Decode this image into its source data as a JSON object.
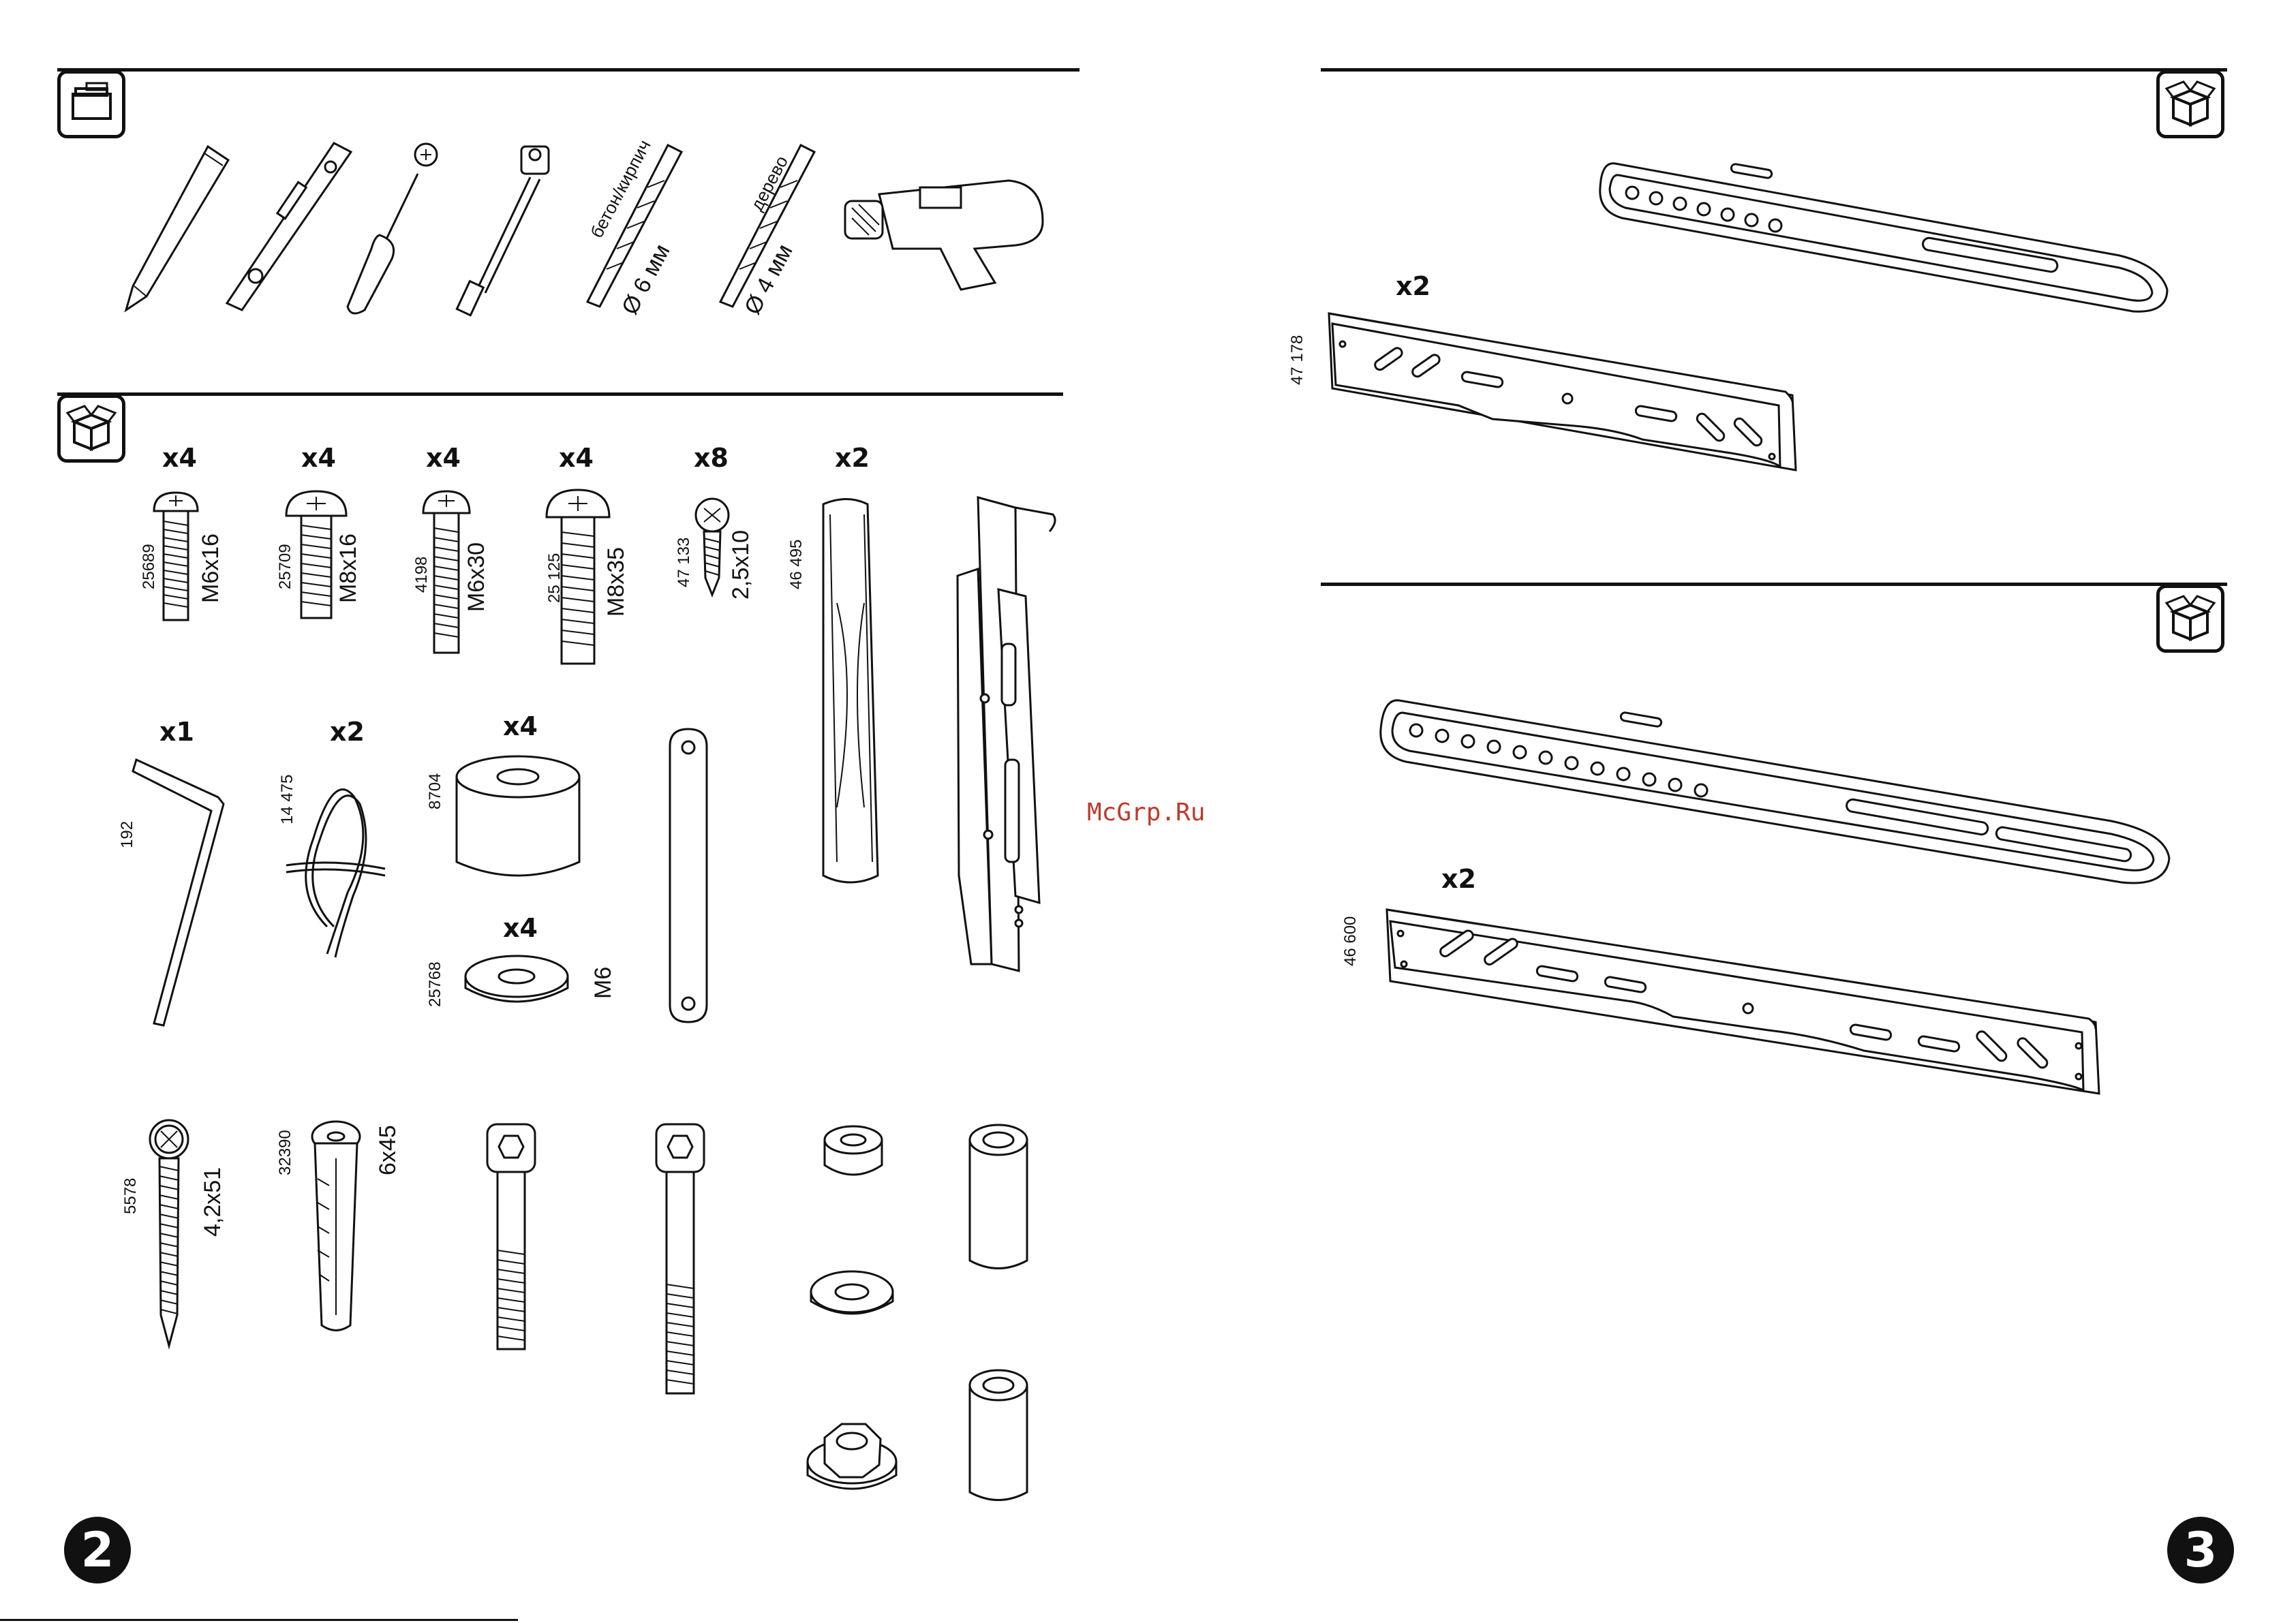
{
  "left_page": {
    "page_number": "2",
    "tools": {
      "drill_bit_1": {
        "material": "бетон/кирпич",
        "size": "Ø 6 мм"
      },
      "drill_bit_2": {
        "material": "дерево",
        "size": "Ø 4 мм"
      }
    },
    "parts": [
      {
        "qty": "x4",
        "code": "25689",
        "size": "M6x16"
      },
      {
        "qty": "x4",
        "code": "25709",
        "size": "M8x16"
      },
      {
        "qty": "x4",
        "code": "4198",
        "size": "M6x30"
      },
      {
        "qty": "x4",
        "code": "25 125",
        "size": "M8x35"
      },
      {
        "qty": "x8",
        "code": "47 133",
        "size": "2,5x10"
      },
      {
        "qty": "x2",
        "code": "46 495",
        "size": ""
      },
      {
        "qty": "x1",
        "code": "192",
        "size": ""
      },
      {
        "qty": "x2",
        "code": "14 475",
        "size": ""
      },
      {
        "qty": "x4",
        "code": "8704",
        "size": ""
      },
      {
        "qty": "x4",
        "code": "25768",
        "size": "M6"
      },
      {
        "qty": "",
        "code": "5578",
        "size": "4,2x51"
      },
      {
        "qty": "",
        "code": "32390",
        "size": "6x45"
      }
    ]
  },
  "right_page": {
    "page_number": "3",
    "sections": [
      {
        "qty": "x2",
        "code": "47 178"
      },
      {
        "qty": "x2",
        "code": "46 600"
      }
    ]
  },
  "watermark": "McGrp.Ru",
  "icons": [
    "toolbox-icon",
    "box-icon"
  ]
}
